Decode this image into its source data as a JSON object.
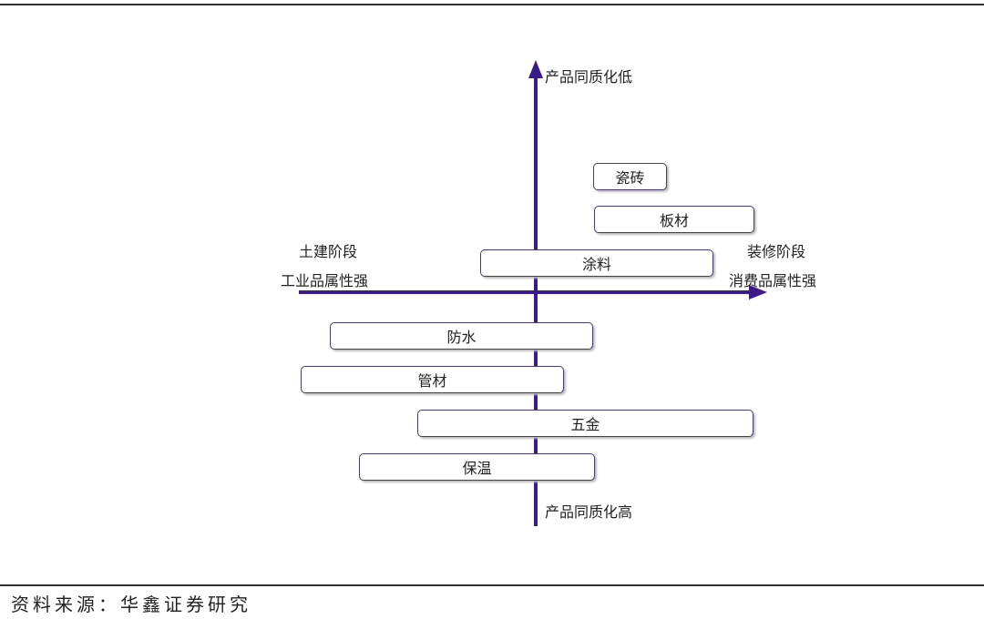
{
  "axes": {
    "y_top": "产品同质化低",
    "y_bottom": "产品同质化高",
    "x_left_1": "土建阶段",
    "x_left_2": "工业品属性强",
    "x_right_1": "装修阶段",
    "x_right_2": "消费品属性强"
  },
  "items": [
    "瓷砖",
    "板材",
    "涂料",
    "防水",
    "管材",
    "五金",
    "保温"
  ],
  "source": "资料来源：华鑫证券研究",
  "colors": {
    "axis": "#3d1a8a"
  }
}
